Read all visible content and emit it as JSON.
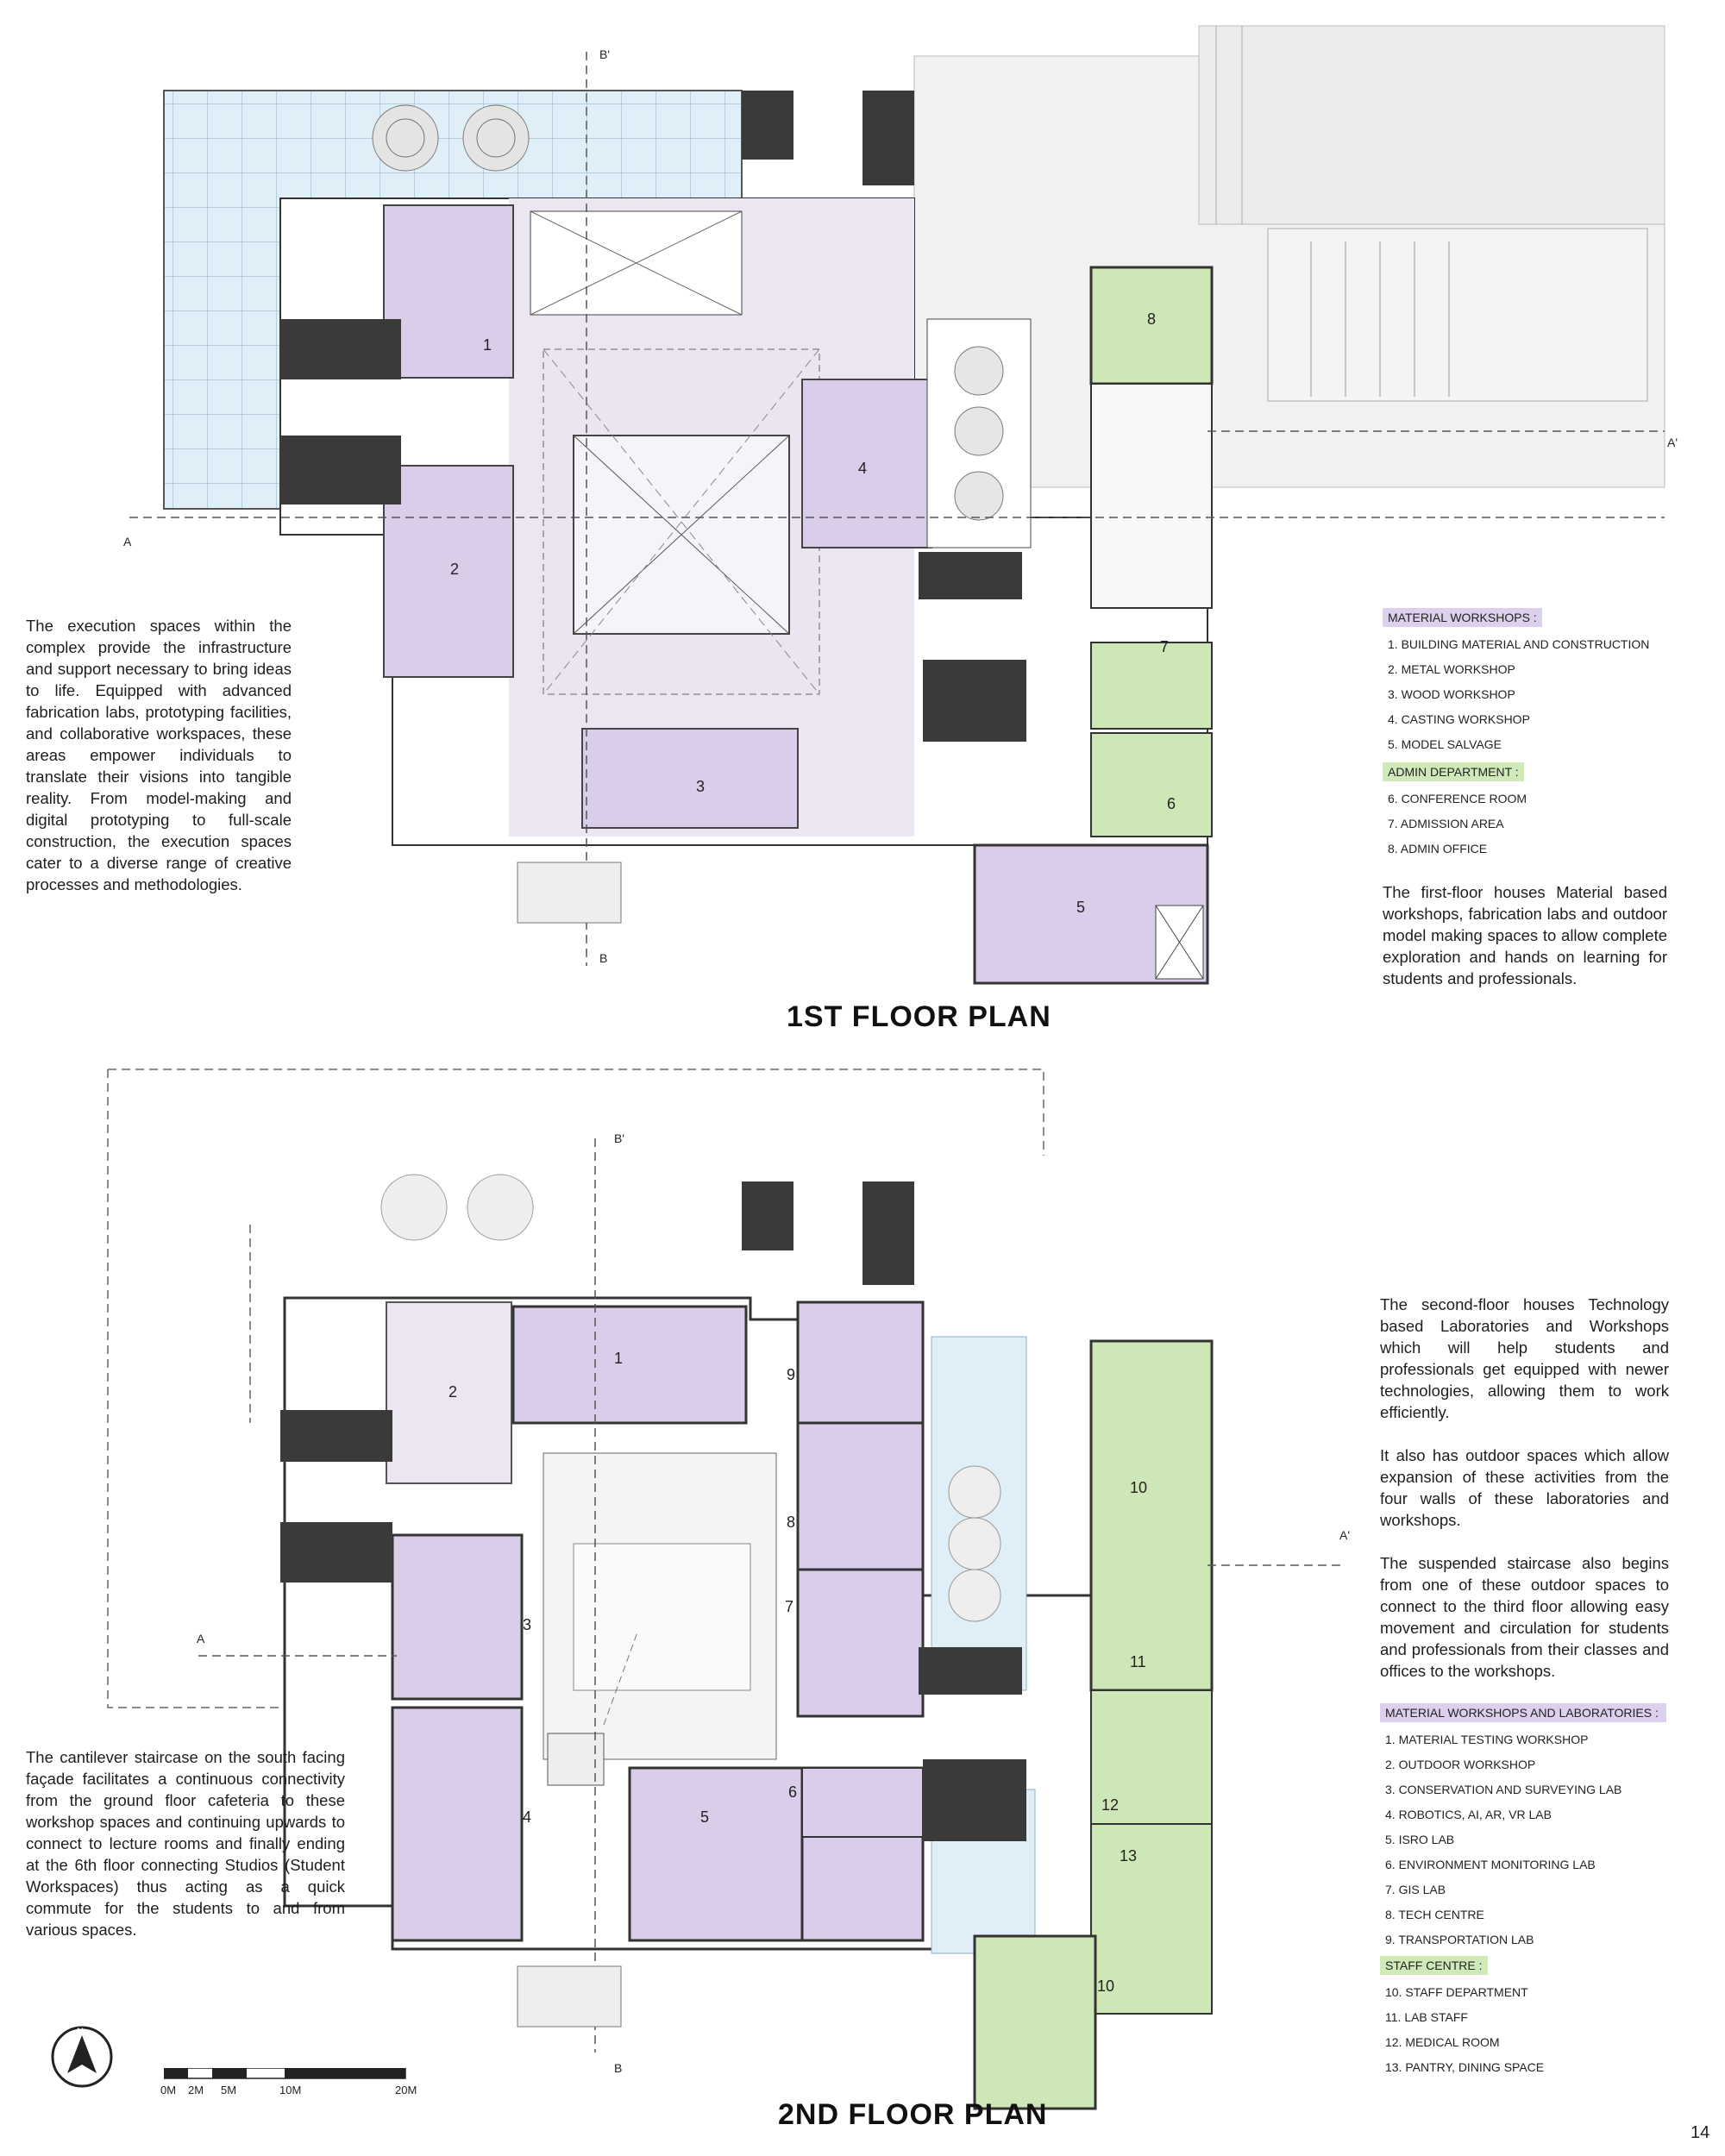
{
  "floor1": {
    "title": "1ST FLOOR PLAN",
    "description": "The execution spaces within the complex provide the infrastructure and support necessary to bring ideas to life. Equipped with advanced fabrication labs, prototyping facilities, and collaborative workspaces, these areas empower individuals to translate their visions into tangible reality. From model-making and digital prototyping to full-scale construction, the execution spaces cater to a diverse range of creative processes and methodologies.",
    "summary": "The first-floor houses Material based workshops, fabrication labs and outdoor model making spaces to allow complete exploration and hands on learning for students and professionals.",
    "legend": {
      "group1": "MATERIAL WORKSHOPS :",
      "items1": [
        "1. BUILDING MATERIAL AND CONSTRUCTION",
        "2. METAL WORKSHOP",
        "3. WOOD WORKSHOP",
        "4. CASTING WORKSHOP",
        "5. MODEL SALVAGE"
      ],
      "group2": "ADMIN DEPARTMENT :",
      "items2": [
        "6. CONFERENCE ROOM",
        "7. ADMISSION AREA",
        "8. ADMIN OFFICE"
      ]
    },
    "room_numbers": [
      "1",
      "2",
      "3",
      "4",
      "5",
      "6",
      "7",
      "8"
    ],
    "section_marks": {
      "a": "A",
      "a_prime": "A'",
      "b": "B",
      "b_prime": "B'"
    }
  },
  "floor2": {
    "title": "2ND FLOOR PLAN",
    "description": "The cantilever staircase on the south facing façade facilitates a continuous connectivity from the ground floor cafeteria to these workshop spaces and continuing upwards to connect to lecture rooms and finally ending at the 6th floor connecting Studios (Student Workspaces) thus acting as a quick commute for the students to and from various spaces.",
    "summary_p1": "The second-floor houses Technology based Laboratories and Workshops which will help students and professionals get equipped with newer technologies, allowing them to work efficiently.",
    "summary_p2": "It also has outdoor spaces which allow expansion of these activities from the four walls of these laboratories and workshops.",
    "summary_p3": "The suspended staircase also begins from one of these outdoor spaces to connect to the third floor allowing easy movement and circulation for students and professionals from their classes and offices to the workshops.",
    "legend": {
      "group1": "MATERIAL WORKSHOPS AND LABORATORIES :",
      "items1": [
        "1. MATERIAL TESTING WORKSHOP",
        "2. OUTDOOR WORKSHOP",
        "3. CONSERVATION AND SURVEYING LAB",
        "4. ROBOTICS, AI, AR, VR LAB",
        "5. ISRO LAB",
        "6. ENVIRONMENT MONITORING LAB",
        "7. GIS LAB",
        "8. TECH CENTRE",
        "9. TRANSPORTATION LAB"
      ],
      "group2": "STAFF CENTRE :",
      "items2": [
        "10. STAFF DEPARTMENT",
        "11. LAB STAFF",
        "12. MEDICAL ROOM",
        "13. PANTRY, DINING SPACE"
      ]
    },
    "room_numbers": [
      "1",
      "2",
      "3",
      "4",
      "5",
      "6",
      "7",
      "8",
      "9",
      "10",
      "11",
      "12",
      "13",
      "10"
    ],
    "section_marks": {
      "a": "A",
      "a_prime": "A'",
      "b": "B",
      "b_prime": "B'"
    }
  },
  "scale": {
    "labels": [
      "0M",
      "2M",
      "5M",
      "10M",
      "20M"
    ],
    "north": "N"
  },
  "page_number": "14",
  "colors": {
    "purple": "#d9cde9",
    "purple_light": "#ece6f3",
    "green": "#cde8b6",
    "wall": "#3a3a3a",
    "glass": "#dfeef7"
  }
}
